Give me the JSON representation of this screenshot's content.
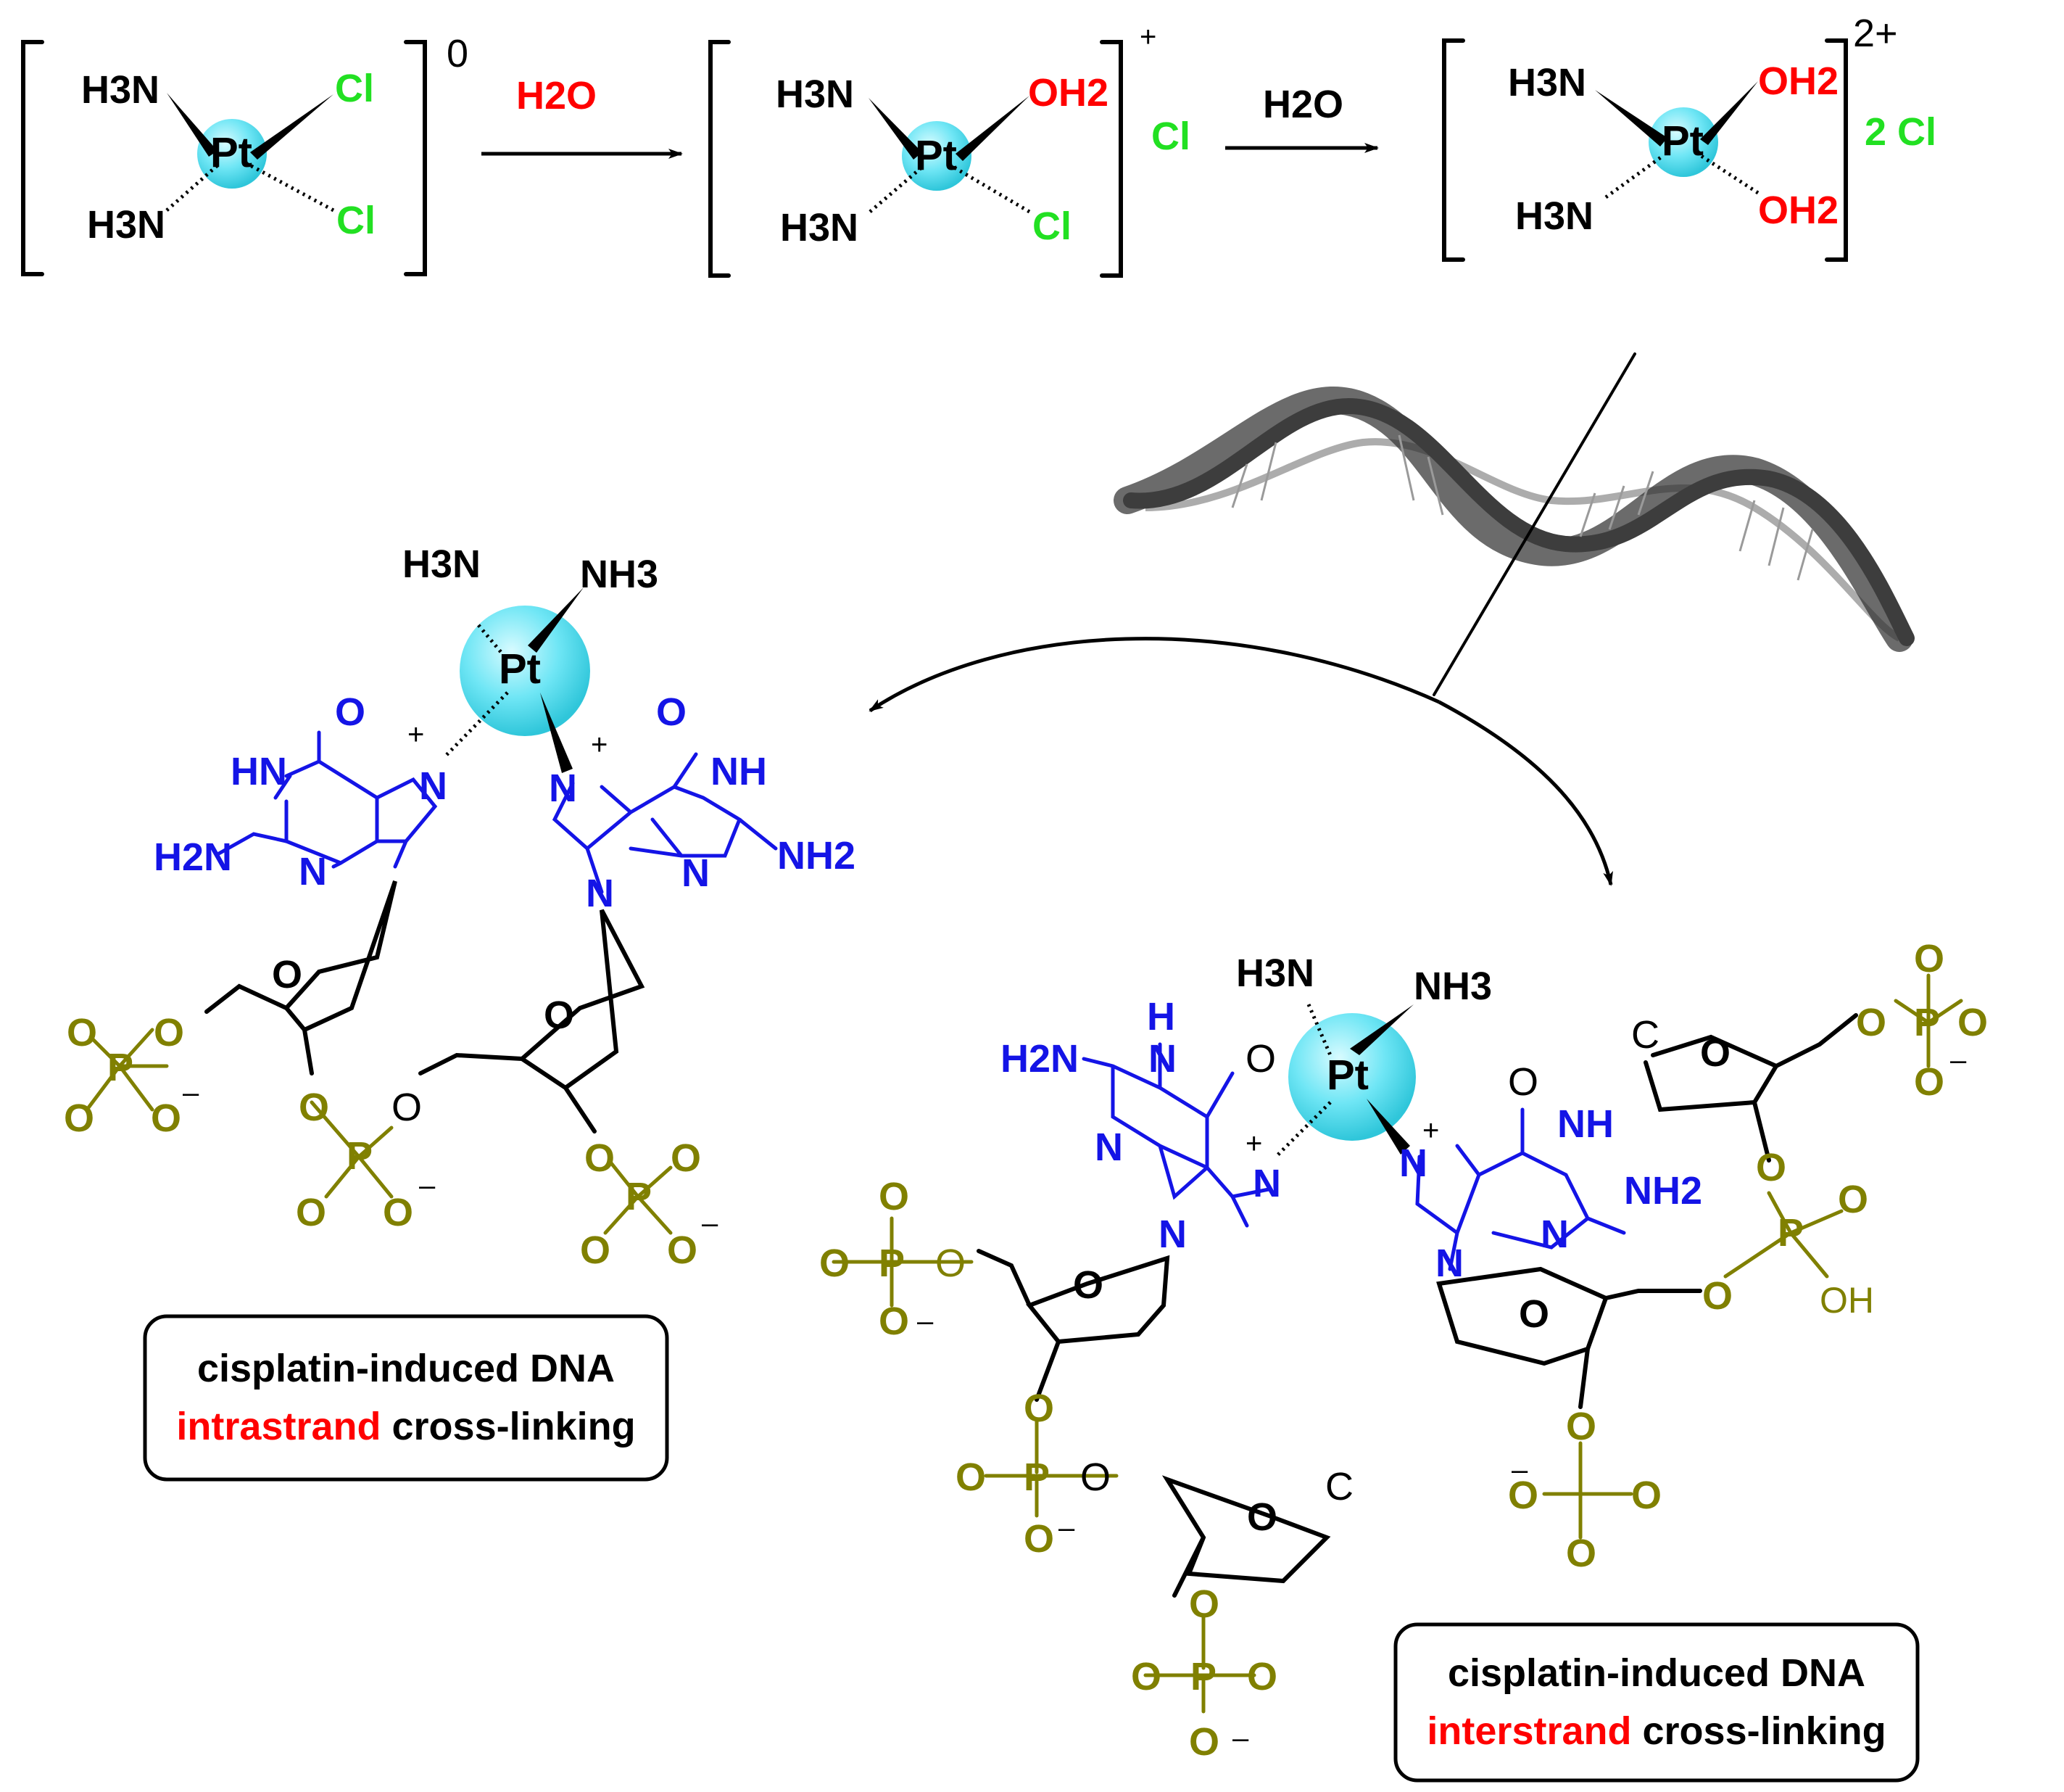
{
  "colors": {
    "platinum_sphere": "#6fe6f5",
    "chloride": "#22e022",
    "water": "#ff0000",
    "base": "#1414e6",
    "phosphate": "#808000",
    "helix": "#555555"
  },
  "icons": [
    "platinum-sphere-icon",
    "dna-double-helix-icon"
  ],
  "reaction": {
    "cisplatin": {
      "ligand_nh3_top": "H3N",
      "ligand_nh3_bottom": "H3N",
      "metal": "Pt",
      "ligand_cl_top": "Cl",
      "ligand_cl_bottom": "Cl",
      "charge": "0"
    },
    "arrow1_label": "H2O",
    "monoaqua": {
      "ligand_nh3_top": "H3N",
      "ligand_nh3_bottom": "H3N",
      "metal": "Pt",
      "ligand_oh2": "OH2",
      "ligand_cl": "Cl",
      "charge": "+",
      "counter_ion": "Cl"
    },
    "arrow2_label": "H2O",
    "diaqua": {
      "ligand_nh3_top": "H3N",
      "ligand_nh3_bottom": "H3N",
      "metal": "Pt",
      "ligand_oh2_top": "OH2",
      "ligand_oh2_bottom": "OH2",
      "charge": "2+",
      "counter_ion": "2 Cl"
    }
  },
  "intrastrand": {
    "metal": "Pt",
    "nh3_left": "H3N",
    "nh3_right": "NH3",
    "base_left": {
      "o": "O",
      "nh": "HN",
      "nh2": "H2N",
      "n": "N",
      "n7": "N",
      "plus": "+"
    },
    "base_right": {
      "o": "O",
      "nh": "NH",
      "nh2": "NH2",
      "n": "N",
      "n7": "N",
      "n9": "N",
      "plus": "+"
    },
    "sugar_o": "O",
    "phosphate": {
      "p": "P",
      "o": "O",
      "minus": "–"
    },
    "caption_line1": "cisplatin-induced DNA",
    "caption_highlight": "intrastrand",
    "caption_rest": "cross-linking"
  },
  "interstrand": {
    "metal": "Pt",
    "nh3_left": "H3N",
    "nh3_right": "NH3",
    "base_left": {
      "h": "H",
      "n": "N",
      "o": "O",
      "nh2": "H2N",
      "plus": "+"
    },
    "base_right": {
      "o": "O",
      "nh": "NH",
      "nh2": "NH2",
      "n": "N",
      "plus": "+"
    },
    "sugar_o": "O",
    "terminal": "C",
    "oh": "OH",
    "phosphate": {
      "p": "P",
      "o": "O",
      "minus": "–"
    },
    "caption_line1": "cisplatin-induced DNA",
    "caption_highlight": "interstrand",
    "caption_rest": "cross-linking"
  }
}
